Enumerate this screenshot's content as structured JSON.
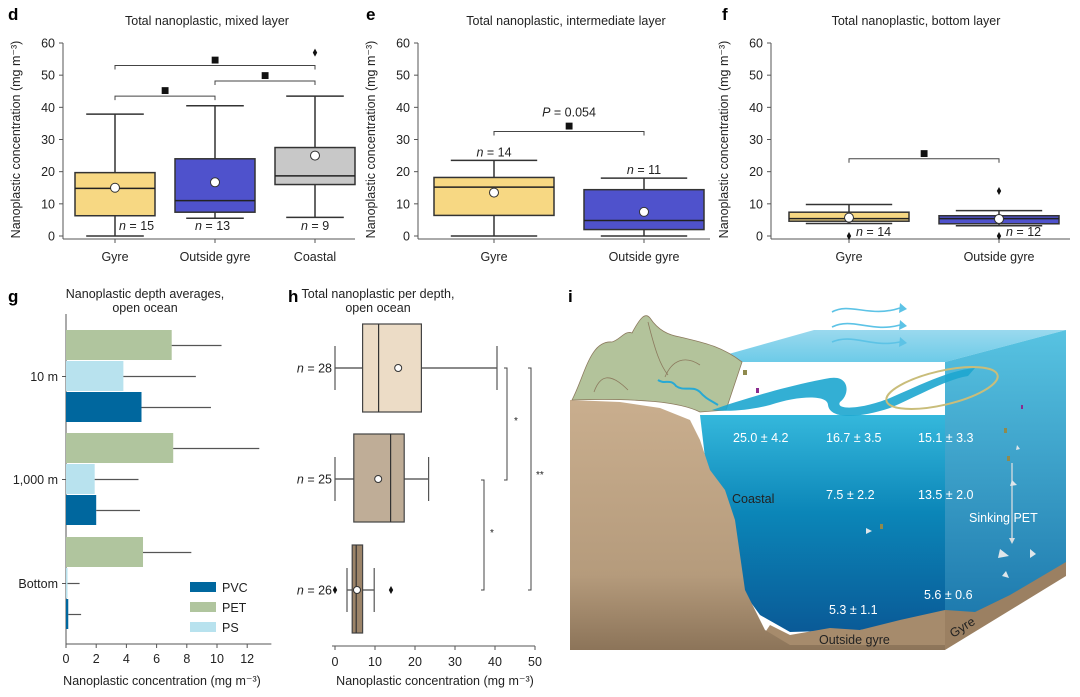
{
  "panels": {
    "d": {
      "letter": "d"
    },
    "e": {
      "letter": "e"
    },
    "f": {
      "letter": "f"
    },
    "g": {
      "letter": "g"
    },
    "h": {
      "letter": "h"
    },
    "i": {
      "letter": "i"
    }
  },
  "chart_data": [
    {
      "id": "d",
      "type": "box",
      "title": "Total nanoplastic, mixed layer",
      "xlabel": "",
      "ylabel": "Nanoplastic concentration (mg m⁻³)",
      "ylim": [
        0,
        60
      ],
      "yticks": [
        0,
        10,
        20,
        30,
        40,
        50,
        60
      ],
      "categories": [
        "Gyre",
        "Outside gyre",
        "Coastal"
      ],
      "boxes": [
        {
          "category": "Gyre",
          "color": "#f7d883",
          "whisker_low": 0,
          "q1": 6.3,
          "median": 14.8,
          "q3": 19.7,
          "whisker_high": 37.9,
          "mean": 15.0,
          "n_label": "n = 15",
          "outliers": []
        },
        {
          "category": "Outside gyre",
          "color": "#4f52cc",
          "whisker_low": 5.5,
          "q1": 7.4,
          "median": 11.0,
          "q3": 24.0,
          "whisker_high": 40.5,
          "mean": 16.7,
          "n_label": "n = 13",
          "outliers": []
        },
        {
          "category": "Coastal",
          "color": "#c8c8c8",
          "whisker_low": 5.8,
          "q1": 16.0,
          "median": 18.7,
          "q3": 27.5,
          "whisker_high": 43.5,
          "mean": 25.0,
          "n_label": "n = 9",
          "outliers": [
            57.0
          ]
        }
      ],
      "significance": [
        {
          "from": "Gyre",
          "to": "Outside gyre",
          "level": 43.5,
          "marker": "■"
        },
        {
          "from": "Outside gyre",
          "to": "Coastal",
          "level": 48.2,
          "marker": "■"
        },
        {
          "from": "Gyre",
          "to": "Coastal",
          "level": 53.0,
          "marker": "■"
        }
      ]
    },
    {
      "id": "e",
      "type": "box",
      "title": "Total nanoplastic, intermediate layer",
      "xlabel": "",
      "ylabel": "Nanoplastic concentration (mg m⁻³)",
      "ylim": [
        0,
        60
      ],
      "yticks": [
        0,
        10,
        20,
        30,
        40,
        50,
        60
      ],
      "categories": [
        "Gyre",
        "Outside gyre"
      ],
      "boxes": [
        {
          "category": "Gyre",
          "color": "#f7d883",
          "whisker_low": 0,
          "q1": 6.4,
          "median": 15.2,
          "q3": 18.2,
          "whisker_high": 23.5,
          "mean": 13.5,
          "n_label": "n = 14",
          "outliers": []
        },
        {
          "category": "Outside gyre",
          "color": "#4f52cc",
          "whisker_low": 0,
          "q1": 2.0,
          "median": 4.8,
          "q3": 14.4,
          "whisker_high": 18.0,
          "mean": 7.5,
          "n_label": "n = 11",
          "outliers": []
        }
      ],
      "significance": [
        {
          "from": "Gyre",
          "to": "Outside gyre",
          "level": 32.5,
          "marker": "■",
          "annotation": "P = 0.054"
        }
      ]
    },
    {
      "id": "f",
      "type": "box",
      "title": "Total nanoplastic, bottom layer",
      "xlabel": "",
      "ylabel": "Nanoplastic concentration (mg m⁻³)",
      "ylim": [
        0,
        60
      ],
      "yticks": [
        0,
        10,
        20,
        30,
        40,
        50,
        60
      ],
      "categories": [
        "Gyre",
        "Outside gyre"
      ],
      "boxes": [
        {
          "category": "Gyre",
          "color": "#f7d883",
          "whisker_low": 3.9,
          "q1": 4.6,
          "median": 5.4,
          "q3": 7.4,
          "whisker_high": 9.8,
          "mean": 5.7,
          "n_label": "n = 14",
          "outliers": [
            0
          ]
        },
        {
          "category": "Outside gyre",
          "color": "#4f52cc",
          "whisker_low": 3.2,
          "q1": 3.8,
          "median": 5.4,
          "q3": 6.3,
          "whisker_high": 7.9,
          "mean": 5.3,
          "n_label": "n = 12",
          "outliers": [
            0,
            14.0
          ]
        }
      ],
      "significance": [
        {
          "from": "Gyre",
          "to": "Outside gyre",
          "level": 24.0,
          "marker": "■"
        }
      ]
    },
    {
      "id": "g",
      "type": "bar",
      "orientation": "horizontal",
      "title": "Nanoplastic depth averages, open ocean",
      "xlabel": "Nanoplastic concentration (mg m⁻³)",
      "ylabel": "",
      "xlim": [
        0,
        13.5
      ],
      "xticks": [
        0,
        2,
        4,
        6,
        8,
        10,
        12
      ],
      "categories": [
        "10 m",
        "1,000 m",
        "Bottom"
      ],
      "series": [
        {
          "name": "PET",
          "color": "#b0c59e",
          "values": [
            7.0,
            7.1,
            5.1
          ],
          "error_upper": [
            10.3,
            12.8,
            8.3
          ]
        },
        {
          "name": "PS",
          "color": "#b8e2ee",
          "values": [
            3.8,
            1.9,
            0.1
          ],
          "error_upper": [
            8.6,
            4.8,
            0.9
          ]
        },
        {
          "name": "PVC",
          "color": "#00679e",
          "values": [
            5.0,
            2.0,
            0.15
          ],
          "error_upper": [
            9.6,
            4.9,
            1.0
          ]
        }
      ],
      "legend": {
        "placement": "bottom-right",
        "entries": [
          "PVC",
          "PET",
          "PS"
        ]
      }
    },
    {
      "id": "h",
      "type": "box",
      "orientation": "horizontal",
      "title": "Total nanoplastic per depth, open ocean",
      "xlabel": "Nanoplastic concentration (mg m⁻³)",
      "ylabel": "",
      "xlim": [
        0,
        50
      ],
      "xticks": [
        0,
        10,
        20,
        30,
        40,
        50
      ],
      "boxes": [
        {
          "n_label": "n = 28",
          "color": "#ecdcc6",
          "whisker_low": 0,
          "q1": 6.9,
          "median": 10.9,
          "q3": 21.6,
          "whisker_high": 40.5,
          "mean": 15.8,
          "outliers": []
        },
        {
          "n_label": "n = 25",
          "color": "#bfad97",
          "whisker_low": 0,
          "q1": 4.7,
          "median": 13.9,
          "q3": 17.3,
          "whisker_high": 23.4,
          "mean": 10.8,
          "outliers": []
        },
        {
          "n_label": "n = 26",
          "color": "#9c8469",
          "whisker_low": 3.0,
          "q1": 4.3,
          "median": 5.3,
          "q3": 6.9,
          "whisker_high": 9.8,
          "mean": 5.5,
          "outliers": [
            0,
            14.0
          ]
        }
      ],
      "significance": [
        {
          "from": 0,
          "to": 1,
          "marker": "*"
        },
        {
          "from": 1,
          "to": 2,
          "marker": "*"
        },
        {
          "from": 0,
          "to": 2,
          "marker": "**"
        }
      ]
    }
  ],
  "illustration": {
    "values": {
      "coastal_mixed": "25.0 ± 4.2",
      "outside_mixed": "16.7 ± 3.5",
      "gyre_mixed": "15.1 ± 3.3",
      "outside_intermediate": "7.5 ± 2.2",
      "gyre_intermediate": "13.5 ± 2.0",
      "outside_bottom": "5.3 ± 1.1",
      "gyre_bottom": "5.6 ± 0.6"
    },
    "labels": {
      "coastal": "Coastal",
      "outside_gyre": "Outside gyre",
      "gyre": "Gyre",
      "sinking": "Sinking  PET"
    },
    "colors": {
      "land": "#b3c39b",
      "sediment": "#c4a98a",
      "surface_water": "#7fd0ea",
      "deep_water": "#0a5f99",
      "gyre_arrow": "#c9bd7a"
    }
  }
}
